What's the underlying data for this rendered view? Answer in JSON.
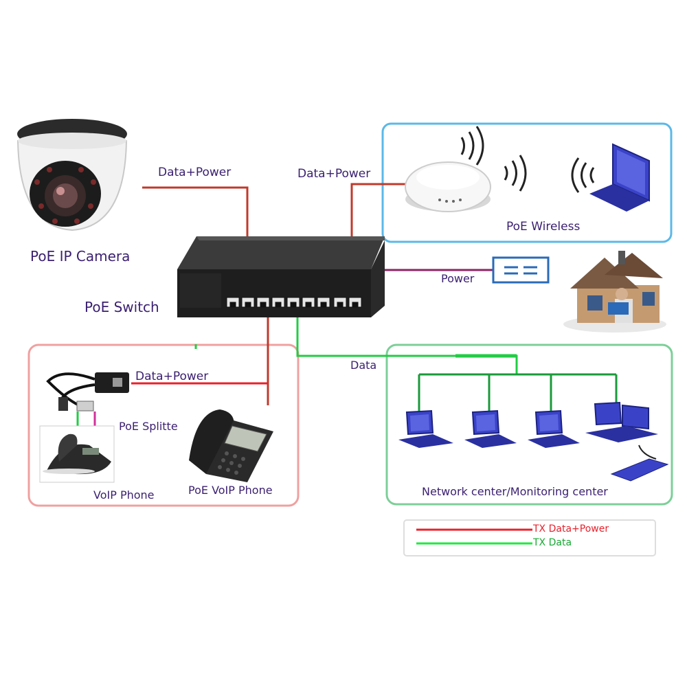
{
  "devices": {
    "camera": "PoE IP Camera",
    "switch": "PoE Switch",
    "wireless": "PoE Wireless",
    "splitter": "PoE  Splitte",
    "voip_phone": "VoIP Phone",
    "poe_voip_phone": "PoE VoIP Phone",
    "network_center": "Network center/Monitoring center"
  },
  "links": {
    "camera_link": "Data+Power",
    "wireless_link": "Data+Power",
    "power_link": "Power",
    "splitter_link": "Data+Power",
    "data_link": "Data"
  },
  "legend": {
    "items": [
      {
        "label": "TX Data+Power",
        "color": "#e8212b"
      },
      {
        "label": "TX Data",
        "color": "#21e841"
      }
    ]
  },
  "colors": {
    "data_power_line": "#c0392b",
    "power_line": "#8e2366",
    "data_line": "#22cc44",
    "wireless_box": "#5bb8e8",
    "voip_box": "#f08080",
    "network_box": "#6cc58a",
    "label_text": "#3a1f70"
  }
}
